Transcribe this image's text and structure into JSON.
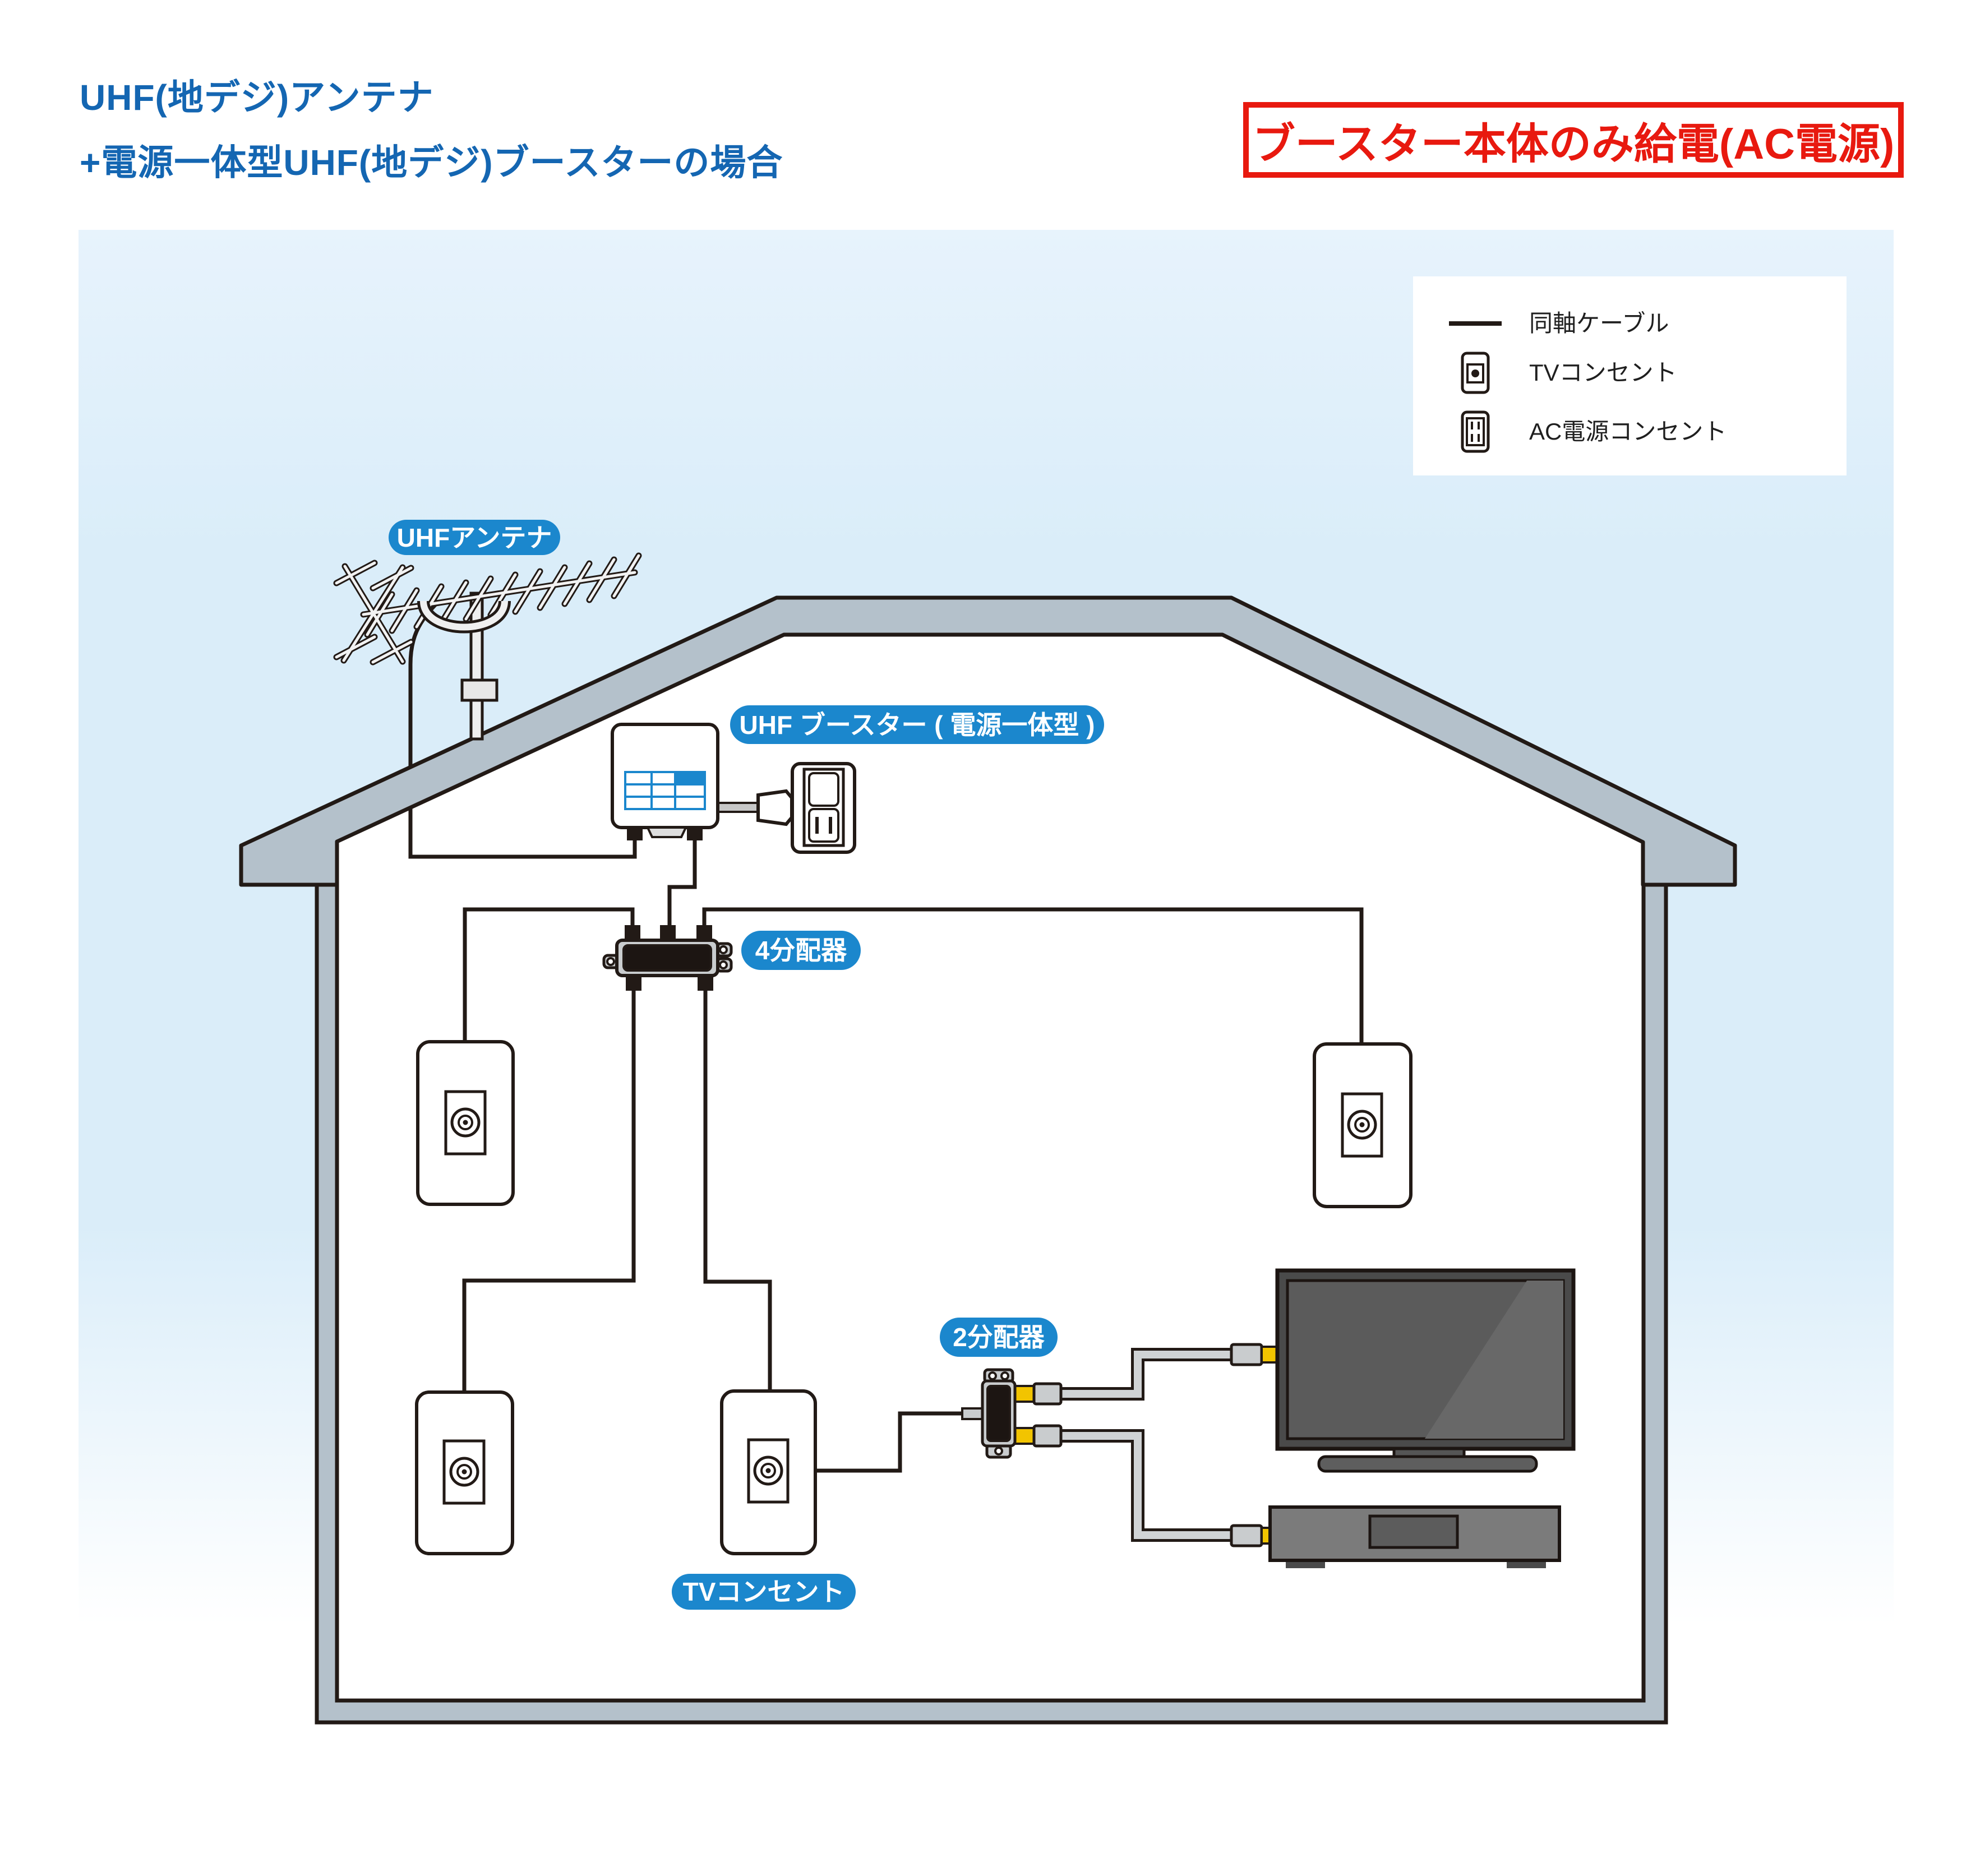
{
  "page": {
    "title_line1": "UHF(地デジ)アンテナ",
    "title_line2": "+電源一体型UHF(地デジ)ブースターの場合",
    "note_box": "ブースター本体のみ給電(AC電源)"
  },
  "legend": {
    "items": [
      {
        "icon": "coax-cable-line-icon",
        "label": "同軸ケーブル"
      },
      {
        "icon": "tv-outlet-icon",
        "label": "TVコンセント"
      },
      {
        "icon": "ac-outlet-icon",
        "label": "AC電源コンセント"
      }
    ]
  },
  "labels": {
    "antenna": "UHFアンテナ",
    "booster": "UHF ブースター ( 電源一体型 )",
    "splitter4": "4分配器",
    "splitter2": "2分配器",
    "tv_outlet": "TVコンセント"
  },
  "colors": {
    "title_blue": "#1466b2",
    "note_red": "#e8190f",
    "badge_blue": "#1b87cd",
    "background_blue": "#daedf9",
    "house_gray": "#b4c1cb",
    "outline_dark": "#221a16",
    "cable_gray": "#d0d3d5",
    "connector_yellow": "#f2c400"
  }
}
